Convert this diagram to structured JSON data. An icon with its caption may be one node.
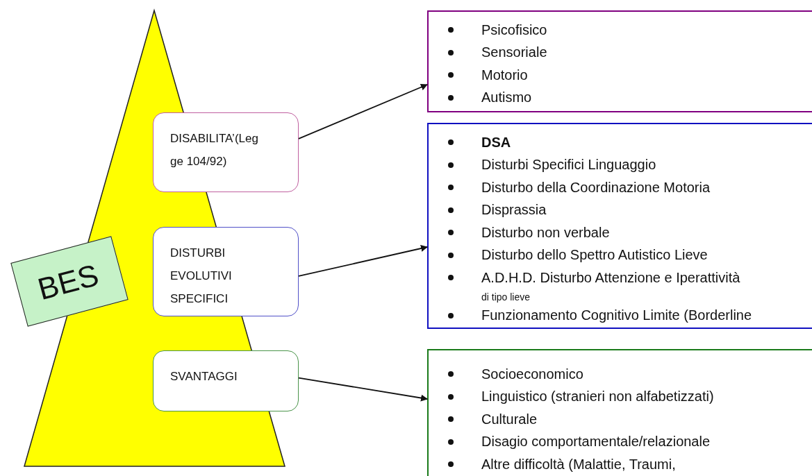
{
  "diagram": {
    "nodes": [
      {
        "text": [
          "BES"
        ]
      },
      {
        "text": [
          "DISABILITA’(Leg ge 104/92)"
        ]
      },
      {
        "text": [
          "DISTURBI EVOLUTIVI SPECIFICI"
        ]
      },
      {
        "text": [
          "SVANTAGGI"
        ]
      },
      {
        "text": [
          "Psicofisico",
          "Sensoriale",
          "Motorio",
          "Autismo"
        ]
      },
      {
        "text": [
          "DSA",
          "Disturbi Specifici Linguaggio",
          "Disturbo della Coordinazione Motoria",
          "Disprassia",
          "Disturbo non verbale",
          "Disturbo dello Spettro Autistico Lieve",
          "A.D.H.D. Disturbo Attenzione e Iperattività",
          "di tipo lieve",
          "Funzionamento Cognitivo Limite (Borderline"
        ]
      },
      {
        "text": [
          "Socioeconomico",
          "Linguistico (stranieri non alfabetizzati)",
          "Culturale",
          "Disagio comportamentale/relazionale",
          "Altre difficoltà (Malattie, Traumi,"
        ]
      }
    ],
    "edges": [
      {
        "from": 1,
        "to": 4,
        "arrow": "to"
      },
      {
        "from": 2,
        "to": 5,
        "arrow": "to"
      },
      {
        "from": 3,
        "to": 6,
        "arrow": "to"
      }
    ]
  }
}
